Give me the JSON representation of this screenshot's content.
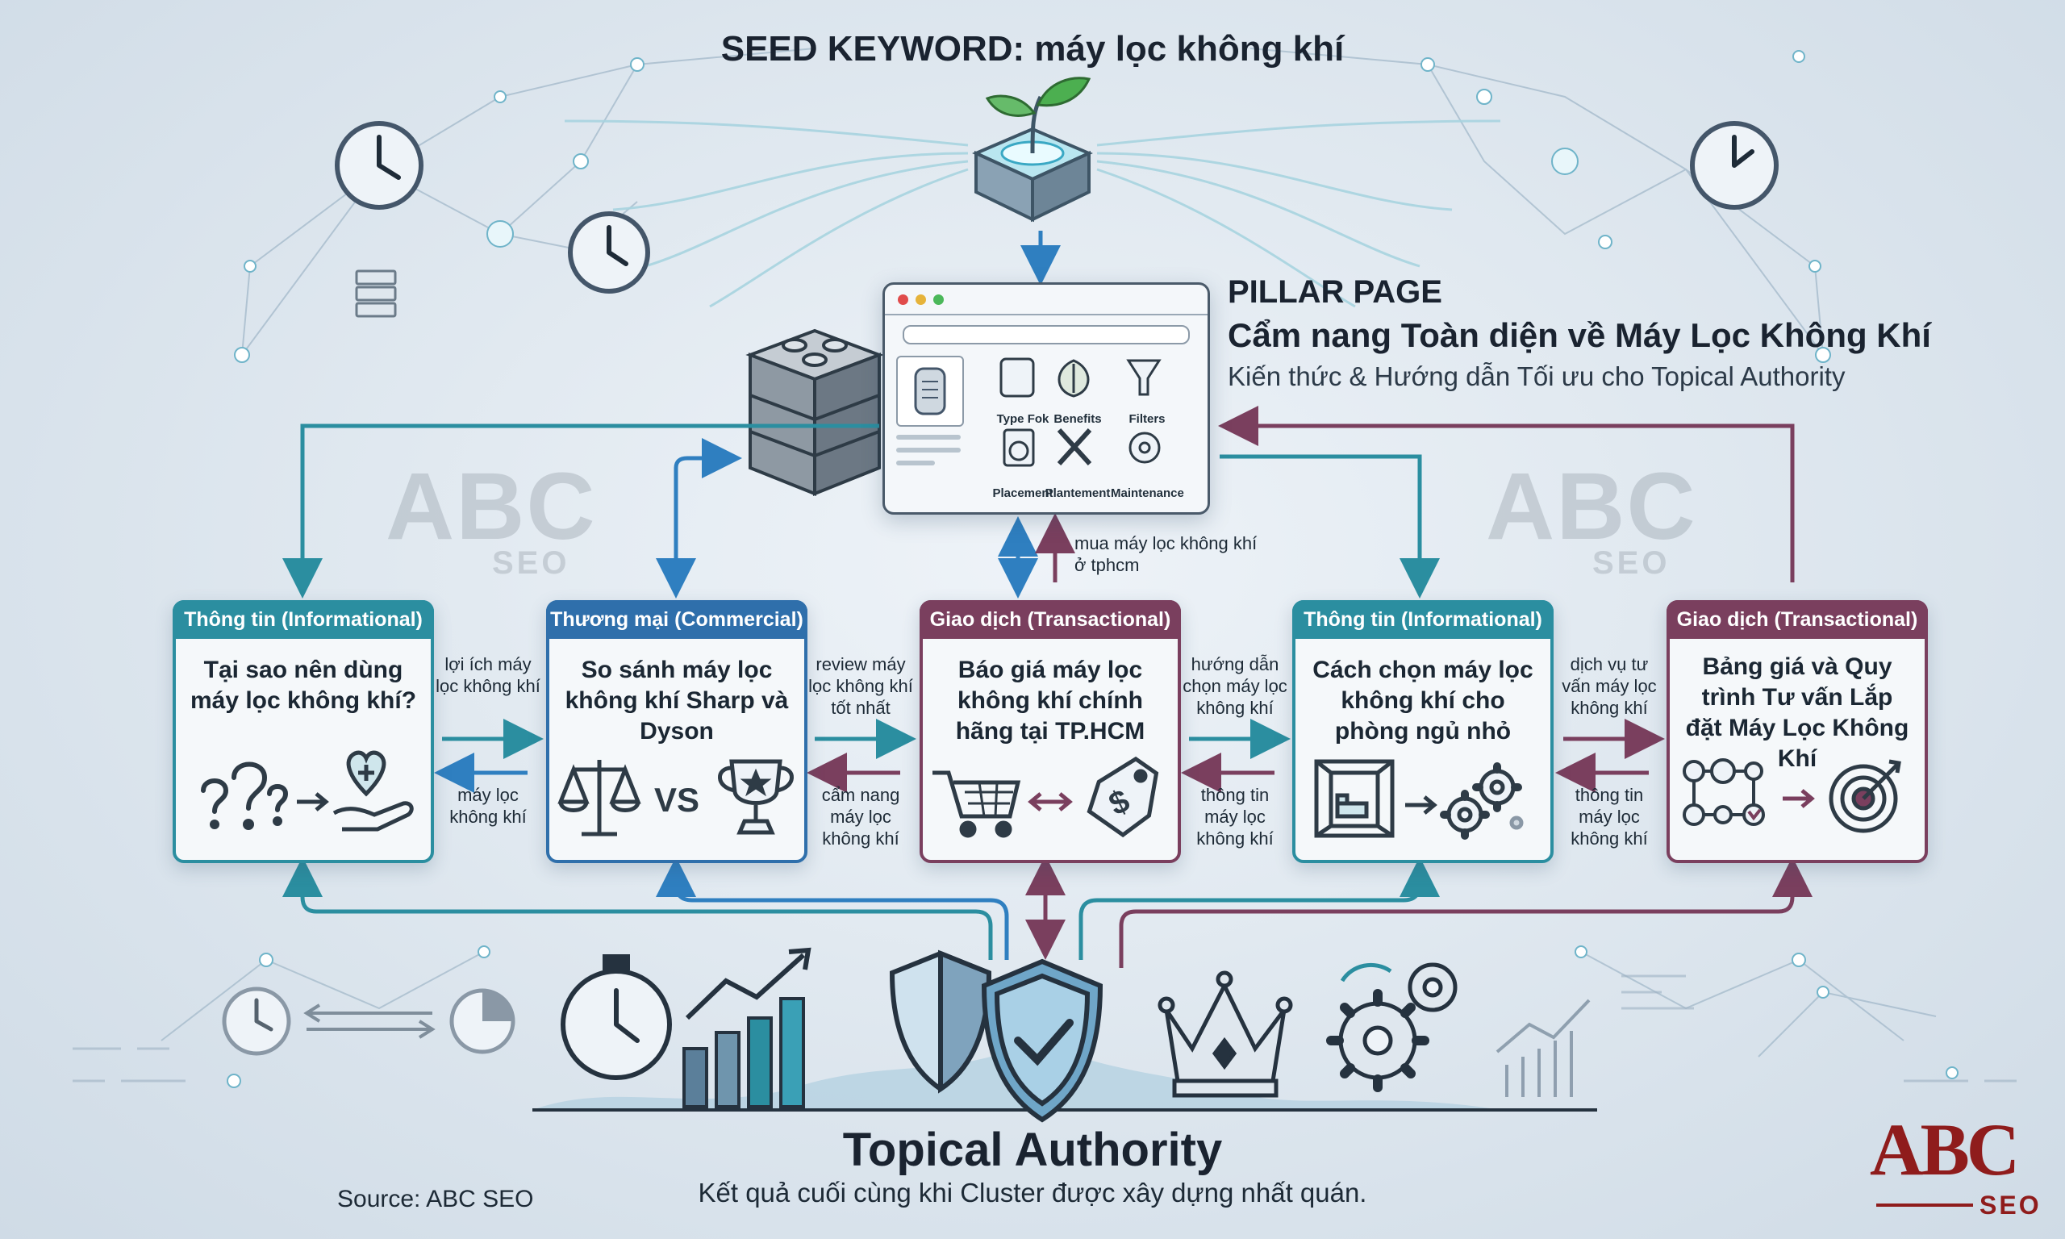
{
  "seed_keyword": "SEED KEYWORD: máy lọc không khí",
  "pillar": {
    "heading": "PILLAR PAGE",
    "title": "Cẩm nang Toàn diện về Máy Lọc Không Khí",
    "subtitle": "Kiến thức & Hướng dẫn Tối ưu cho Topical Authority",
    "tiles": [
      "Type Fok",
      "Benefits",
      "Filters",
      "Placement",
      "Plantement",
      "Maintenance"
    ],
    "anchor_text": "mua máy lọc không khí ở tphcm"
  },
  "watermark": {
    "main": "ABC",
    "sub": "SEO"
  },
  "clusters": [
    {
      "type": "Thông tin (Informational)",
      "title": "Tại sao nên dùng máy lọc không khí?",
      "theme": "teal"
    },
    {
      "type": "Thương mại (Commercial)",
      "title": "So sánh máy lọc không khí Sharp và Dyson",
      "theme": "blue",
      "vs_text": "VS"
    },
    {
      "type": "Giao dịch (Transactional)",
      "title": "Báo giá máy lọc không khí chính hãng tại TP.HCM",
      "theme": "plum",
      "price_symbol": "$"
    },
    {
      "type": "Thông tin (Informational)",
      "title": "Cách chọn máy lọc không khí cho phòng ngủ nhỏ",
      "theme": "teal"
    },
    {
      "type": "Giao dịch (Transactional)",
      "title": "Bảng giá và Quy trình Tư vấn Lắp đặt Máy Lọc Không Khí",
      "theme": "plum"
    }
  ],
  "connectors": [
    {
      "forward": "lợi ích máy lọc không khí",
      "back": "máy lọc không khí"
    },
    {
      "forward": "review máy lọc không khí tốt nhất",
      "back": "cẩm nang máy lọc không khí"
    },
    {
      "forward": "hướng dẫn chọn máy lọc không khí",
      "back": "thông tin máy lọc không khí"
    },
    {
      "forward": "dịch vụ tư vấn máy lọc không khí",
      "back": "thông tin máy lọc không khí"
    }
  ],
  "result": {
    "title": "Topical Authority",
    "subtitle": "Kết quả cuối cùng khi Cluster được xây dựng nhất quán."
  },
  "source": "Source: ABC SEO",
  "logo": {
    "main": "ABC",
    "sub": "SEO"
  },
  "colors": {
    "teal": "#2b8ea0",
    "blue": "#2f6fab",
    "plum": "#7a3f5e",
    "logo_red": "#8f1c1c"
  },
  "icons": [
    "sprout-icon",
    "clock-icon",
    "database-icon",
    "blocks-icon",
    "browser-window-icon",
    "question-icon",
    "heart-hand-icon",
    "scales-icon",
    "trophy-icon",
    "cart-icon",
    "price-tag-icon",
    "room-icon",
    "gears-icon",
    "target-icon",
    "stopwatch-icon",
    "bar-chart-icon",
    "shield-icon",
    "shield-check-icon",
    "crown-icon"
  ]
}
